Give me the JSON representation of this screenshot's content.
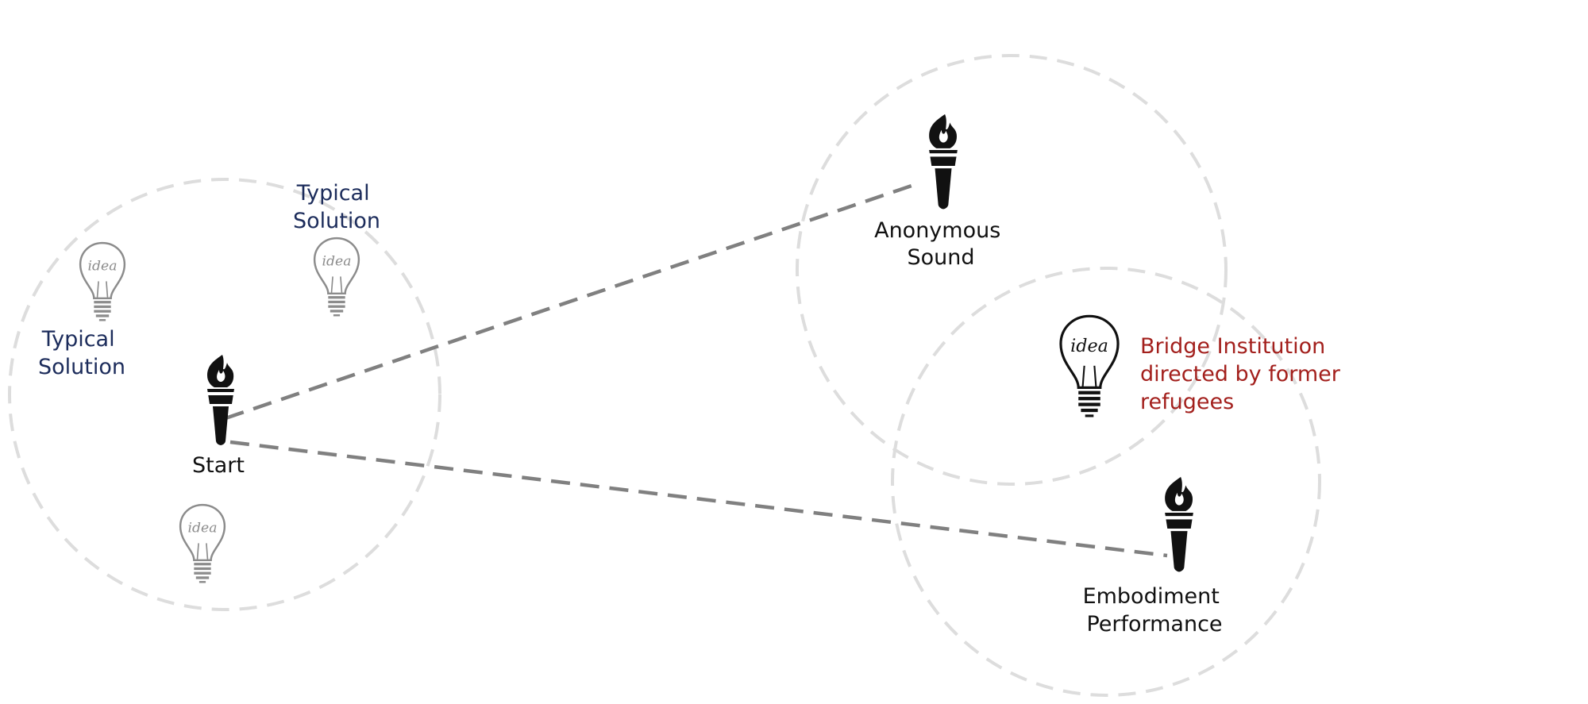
{
  "nodes": {
    "start": {
      "label_lines": [
        "Start"
      ]
    },
    "anonymous_sound": {
      "label_lines": [
        "Anonymous",
        "Sound"
      ]
    },
    "embodiment_performance": {
      "label_lines": [
        "Embodiment",
        "Performance"
      ]
    }
  },
  "ideas": {
    "typical_solution_left": {
      "label_lines": [
        "Typical",
        "Solution"
      ],
      "bulb_text": "idea"
    },
    "typical_solution_top": {
      "label_lines": [
        "Typical",
        "Solution"
      ],
      "bulb_text": "idea"
    },
    "unlabeled_bottom": {
      "bulb_text": "idea"
    },
    "bridge_institution": {
      "label_lines": [
        "Bridge Institution",
        "directed by former",
        "refugees"
      ],
      "bulb_text": "idea"
    }
  },
  "colors": {
    "dark_text": "#111111",
    "typical_solution_text": "#1c2c5b",
    "highlight_text": "#a3201d",
    "connector": "#808080",
    "circle_outline": "#dddddd",
    "faded_bulb": "#8c8c8c"
  },
  "icons": {
    "node": "torch-icon",
    "idea": "lightbulb-icon"
  }
}
